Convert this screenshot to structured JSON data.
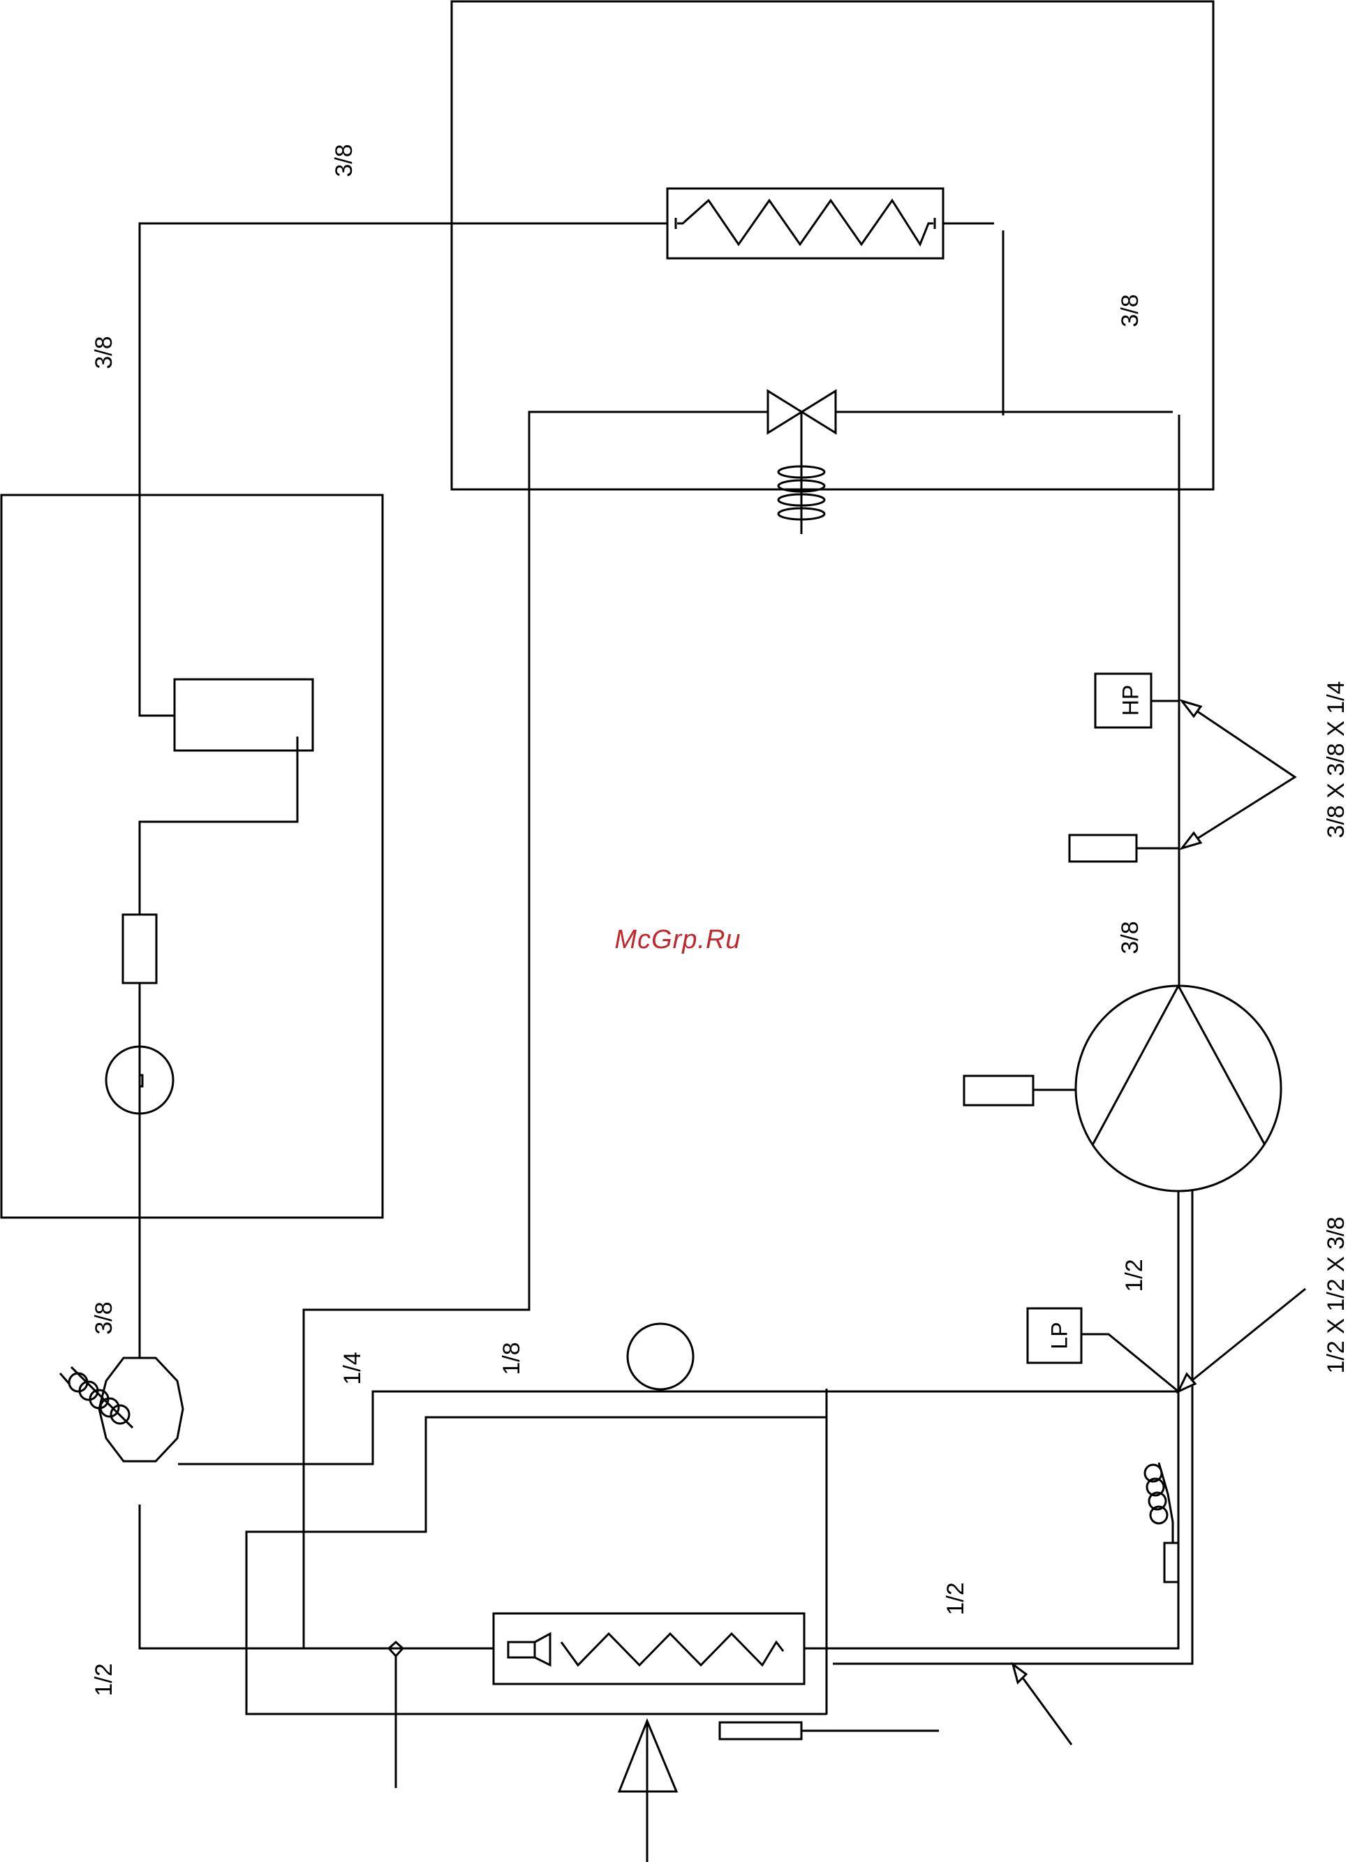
{
  "labels": {
    "pipe_top_left": "3/8",
    "pipe_left_upper": "3/8",
    "pipe_right_upper": "3/8",
    "pipe_discharge": "3/8",
    "pipe_left_lower": "3/8",
    "pipe_bottom_left": "1/2",
    "pipe_capillary": "1/8",
    "pipe_quarter": "1/4",
    "pipe_suction": "1/2",
    "pipe_bottom_right": "1/2",
    "tee_upper": "3/8 X 3/8 X 1/4",
    "tee_lower": "1/2 X 1/2 X 3/8"
  },
  "components": {
    "high_pressure_switch": "HP",
    "low_pressure_switch": "LP"
  },
  "watermark": "McGrp.Ru",
  "colors": {
    "line": "#000000",
    "watermark": "#c0272d",
    "background": "#ffffff"
  }
}
